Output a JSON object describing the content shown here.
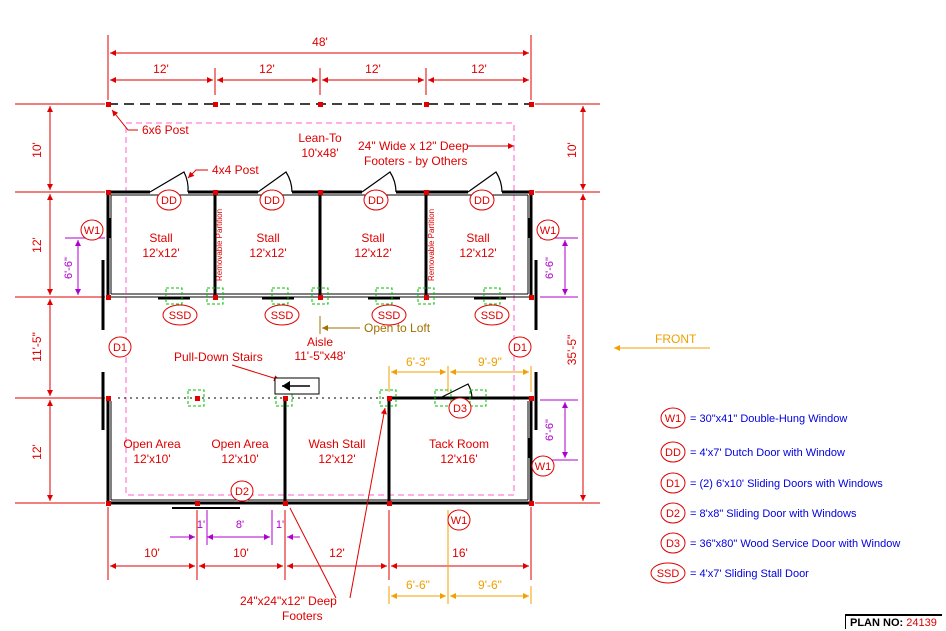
{
  "dimensions": {
    "overall_width": "48'",
    "top_bays": [
      "12'",
      "12'",
      "12'",
      "12'"
    ],
    "left_vertical": [
      "10'",
      "12'",
      "11'-5\"",
      "12'"
    ],
    "right_vertical_top": "10'",
    "right_vertical_total": "35'-5\"",
    "window_offset_left": "6'-6\"",
    "window_offset_right_upper": "6'-6\"",
    "window_offset_right_lower": "6'-6\"",
    "bottom_runs": [
      "10'",
      "10'",
      "12'",
      "16'"
    ],
    "bottom_small": [
      "1'",
      "8'",
      "1'"
    ],
    "tack_bottom": [
      "6'-6\"",
      "9'-6\""
    ],
    "aisle_marks": [
      "6'-3\"",
      "9'-9\""
    ]
  },
  "rooms": {
    "stall_1": {
      "name": "Stall",
      "size": "12'x12'"
    },
    "stall_2": {
      "name": "Stall",
      "size": "12'x12'"
    },
    "stall_3": {
      "name": "Stall",
      "size": "12'x12'"
    },
    "stall_4": {
      "name": "Stall",
      "size": "12'x12'"
    },
    "lean_to": {
      "name": "Lean-To",
      "size": "10'x48'"
    },
    "aisle": {
      "name": "Aisle",
      "size": "11'-5\"x48'"
    },
    "open_area_1": {
      "name": "Open Area",
      "size": "12'x10'"
    },
    "open_area_2": {
      "name": "Open Area",
      "size": "12'x10'"
    },
    "wash_stall": {
      "name": "Wash Stall",
      "size": "12'x12'"
    },
    "tack_room": {
      "name": "Tack Room",
      "size": "12'x16'"
    }
  },
  "notes": {
    "post_6x6": "6x6 Post",
    "post_4x4": "4x4 Post",
    "footers_24": "24\" Wide x 12\" Deep",
    "footers_24_b": "Footers - by Others",
    "removable_partition": "Removable Partition",
    "open_to_loft": "Open to Loft",
    "pull_down_stairs": "Pull-Down Stairs",
    "deep_footers": "24\"x24\"x12\" Deep",
    "deep_footers_b": "Footers",
    "front": "FRONT"
  },
  "tags": {
    "w1": "W1",
    "dd": "DD",
    "d1": "D1",
    "d2": "D2",
    "d3": "D3",
    "ssd": "SSD"
  },
  "legend": [
    {
      "tag": "W1",
      "text": "= 30\"x41\" Double-Hung Window"
    },
    {
      "tag": "DD",
      "text": "= 4'x7' Dutch Door with Window"
    },
    {
      "tag": "D1",
      "text": "= (2) 6'x10' Sliding Doors with Windows"
    },
    {
      "tag": "D2",
      "text": "= 8'x8\" Sliding Door with Windows"
    },
    {
      "tag": "D3",
      "text": "= 36\"x80\" Wood Service Door with Window"
    },
    {
      "tag": "SSD",
      "text": "= 4'x7' Sliding Stall Door"
    }
  ],
  "plan_no": {
    "label": "PLAN NO:",
    "value": "24139"
  },
  "colors": {
    "dim": "#e00000",
    "purple": "#b000d0",
    "orange": "#f0a000",
    "olive": "#a07000",
    "legend_blue": "#0000e0",
    "wall": "#000000",
    "magenta_dash": "#ff60d0",
    "green_dash": "#00c000"
  }
}
